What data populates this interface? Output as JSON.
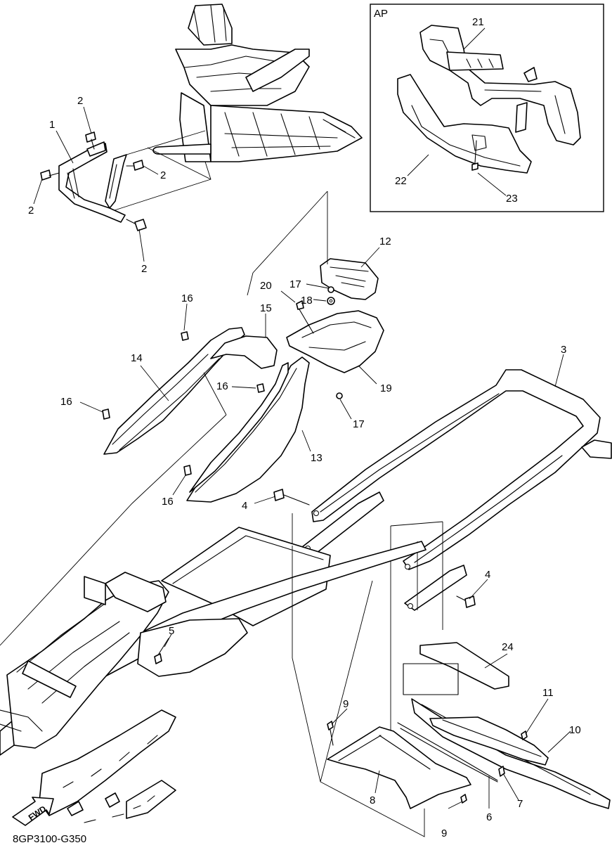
{
  "inset": {
    "label": "AP"
  },
  "footer": {
    "code": "8GP3100-G350"
  },
  "fwd": {
    "label": "FWD"
  },
  "callouts": {
    "c1": "1",
    "c2a": "2",
    "c2b": "2",
    "c2c": "2",
    "c2d": "2",
    "c3": "3",
    "c4a": "4",
    "c4b": "4",
    "c5": "5",
    "c6": "6",
    "c7": "7",
    "c8": "8",
    "c9a": "9",
    "c9b": "9",
    "c10": "10",
    "c11": "11",
    "c12": "12",
    "c13": "13",
    "c14": "14",
    "c15": "15",
    "c16a": "16",
    "c16b": "16",
    "c16c": "16",
    "c16d": "16",
    "c17a": "17",
    "c17b": "17",
    "c18": "18",
    "c19": "19",
    "c20": "20",
    "c21": "21",
    "c22": "22",
    "c23": "23",
    "c24": "24"
  }
}
